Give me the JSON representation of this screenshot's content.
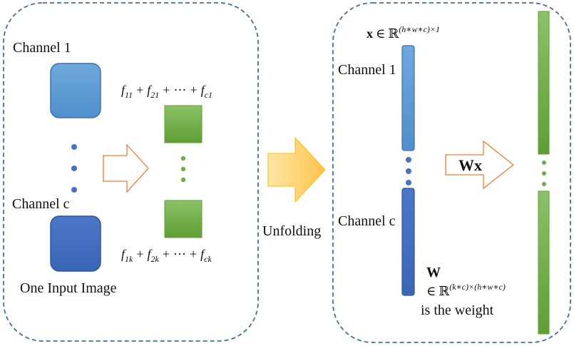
{
  "left_panel": {
    "channel1_label": "Channel 1",
    "channelc_label": "Channel c",
    "caption": "One Input Image",
    "sum_top": {
      "f": "f",
      "plus": "+",
      "dots": "⋯",
      "s1": "11",
      "s2": "21",
      "s3": "c1"
    },
    "sum_bottom": {
      "f": "f",
      "plus": "+",
      "dots": "⋯",
      "s1": "1k",
      "s2": "2k",
      "s3": "ck"
    }
  },
  "middle": {
    "unfolding_label": "Unfolding"
  },
  "right_panel": {
    "x_def": {
      "x": "x",
      "in": "∈",
      "R": "ℝ",
      "dims": "(h∗w∗c)×1"
    },
    "channel1_label": "Channel 1",
    "channelc_label": "Channel c",
    "wx_label": "Wx",
    "w_def": {
      "W": "W",
      "in": "∈",
      "R": "ℝ",
      "dims": "(k∗c)×(h∗w∗c)",
      "caption": "is the weight"
    }
  },
  "colors": {
    "panel_border": "#41719C",
    "channel1_fill": "#5B9BD5",
    "channelc_fill": "#4472C4",
    "feature_green": "#70AD47",
    "arrow_orange": "#ED7D31",
    "unfold_arrow": "#FFC000"
  }
}
